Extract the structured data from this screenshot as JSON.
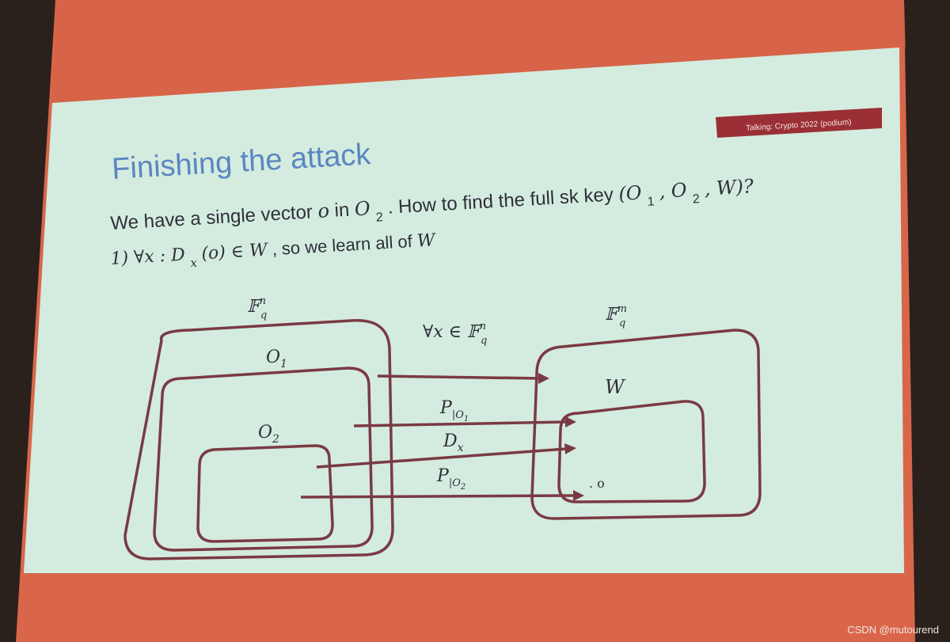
{
  "badge": {
    "label": "Talking: Crypto 2022 (podium)"
  },
  "slide": {
    "title": "Finishing the attack",
    "line1_text": "We have a single vector",
    "line1_o": "o",
    "line1_in": " in ",
    "line1_O": "O",
    "line1_O_sub": "2",
    "line1_rest": ". How to find the full sk key ",
    "line1_tuple": "(O",
    "line1_t1": "1",
    "line1_t_mid": ", O",
    "line1_t2": "2",
    "line1_t_end": ", W)?",
    "line2_prefix": "1) ∀x : D",
    "line2_sub": "x",
    "line2_mid": "(o) ∈ W",
    "line2_rest": " , so we learn all of ",
    "line2_W": "W"
  },
  "diagram": {
    "left_space": "𝔽",
    "left_space_sup": "n",
    "left_space_sub": "q",
    "right_space": "𝔽",
    "right_space_sup": "m",
    "right_space_sub": "q",
    "forall_label": "∀x ∈ 𝔽",
    "forall_sup": "n",
    "forall_sub": "q",
    "O1": "O",
    "O1_sub": "1",
    "O2": "O",
    "O2_sub": "2",
    "W": "W",
    "P1": "P",
    "P1_sub": "|O",
    "P1_subsub": "1",
    "Dx": "D",
    "Dx_sub": "x",
    "P2": "P",
    "P2_sub": "|O",
    "P2_subsub": "2",
    "point": ". o"
  },
  "watermark": "CSDN @mutourend",
  "colors": {
    "wall": "#d9664a",
    "slide": "#d3ecdf",
    "title": "#5b86c0",
    "body_text": "#2f2f3a",
    "diagram": "#7a3a44",
    "badge": "#9a2f35"
  }
}
